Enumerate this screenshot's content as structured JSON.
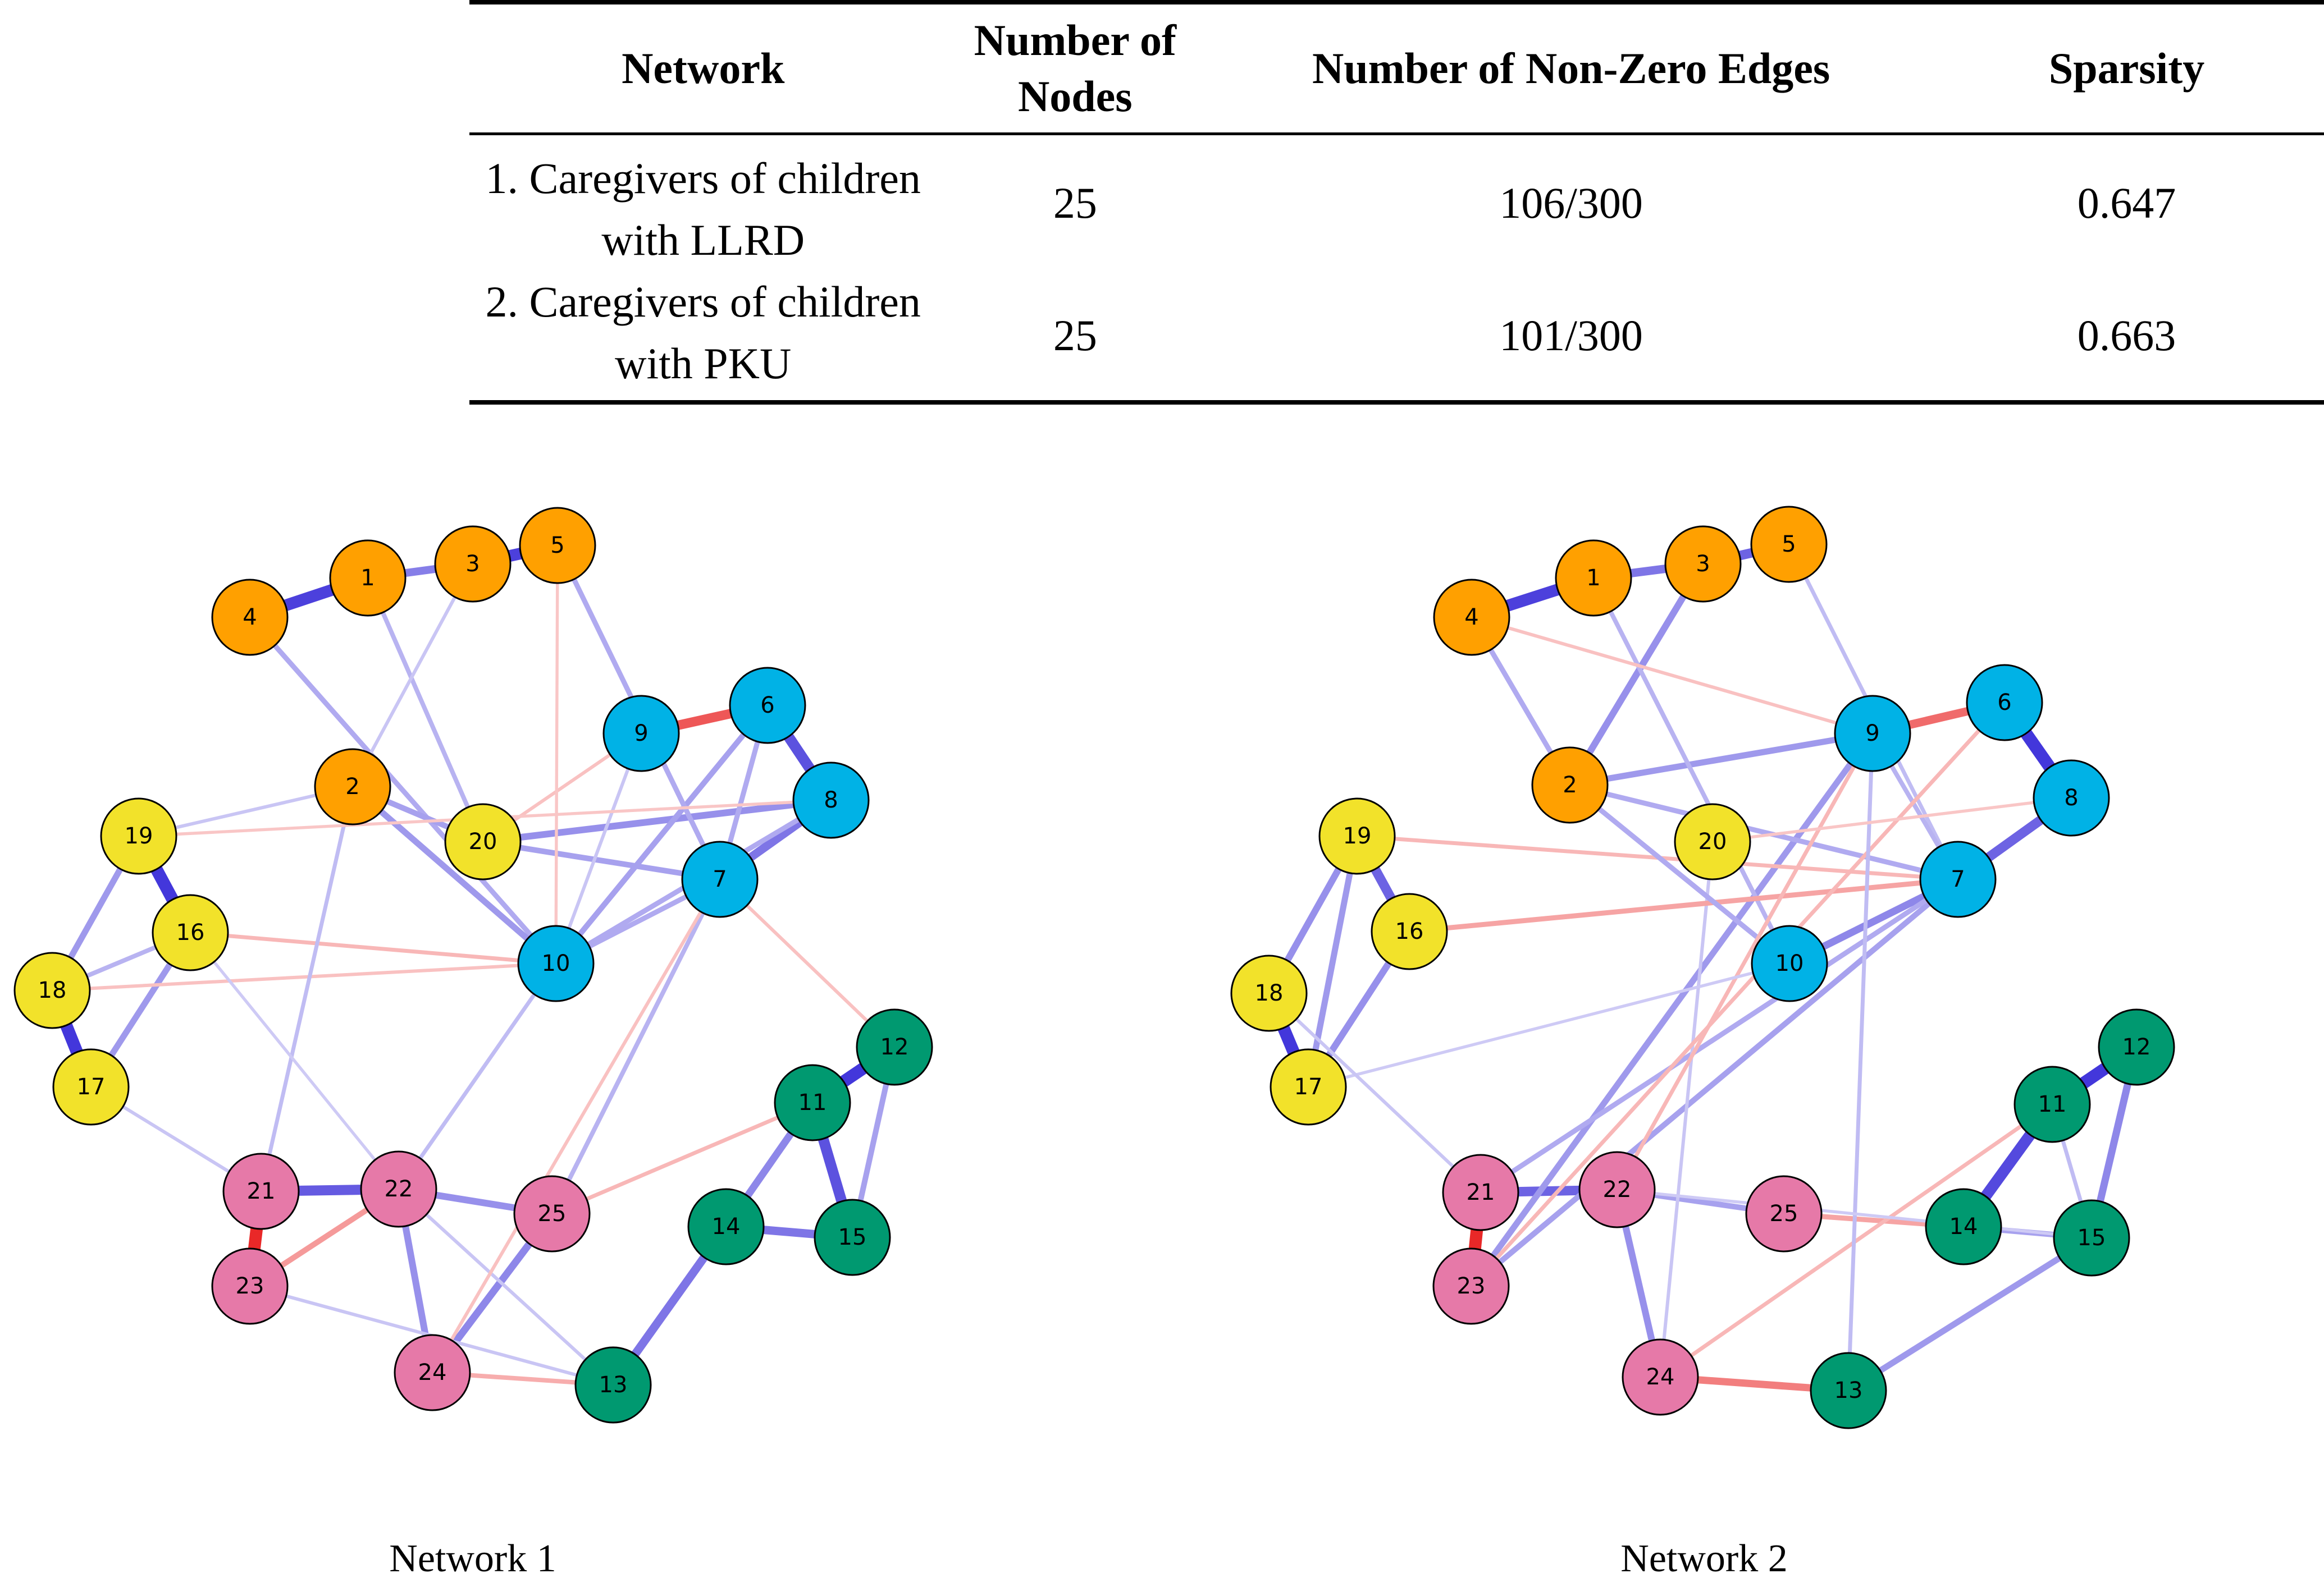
{
  "table": {
    "headers": [
      "Network",
      "Number of Nodes",
      "Number of Non-Zero Edges",
      "Sparsity"
    ],
    "rows": [
      {
        "network": "1. Caregivers of children with LLRD",
        "nodes": "25",
        "edges": "106/300",
        "sparsity": "0.647"
      },
      {
        "network": "2. Caregivers of children with PKU",
        "nodes": "25",
        "edges": "101/300",
        "sparsity": "0.663"
      }
    ]
  },
  "colors": {
    "orange": "#FFA000",
    "cyan": "#00B2E6",
    "yellow": "#F2E22A",
    "pink": "#E679A8",
    "green": "#009970",
    "positive_edge": "#3B2ED9",
    "negative_edge": "#E81E1E"
  },
  "networks": [
    {
      "caption": "Network 1",
      "nodes": [
        {
          "id": "1",
          "group": "orange"
        },
        {
          "id": "2",
          "group": "orange"
        },
        {
          "id": "3",
          "group": "orange"
        },
        {
          "id": "4",
          "group": "orange"
        },
        {
          "id": "5",
          "group": "orange"
        },
        {
          "id": "6",
          "group": "cyan"
        },
        {
          "id": "7",
          "group": "cyan"
        },
        {
          "id": "8",
          "group": "cyan"
        },
        {
          "id": "9",
          "group": "cyan"
        },
        {
          "id": "10",
          "group": "cyan"
        },
        {
          "id": "11",
          "group": "green"
        },
        {
          "id": "12",
          "group": "green"
        },
        {
          "id": "13",
          "group": "green"
        },
        {
          "id": "14",
          "group": "green"
        },
        {
          "id": "15",
          "group": "green"
        },
        {
          "id": "16",
          "group": "yellow"
        },
        {
          "id": "17",
          "group": "yellow"
        },
        {
          "id": "18",
          "group": "yellow"
        },
        {
          "id": "19",
          "group": "yellow"
        },
        {
          "id": "20",
          "group": "yellow"
        },
        {
          "id": "21",
          "group": "pink"
        },
        {
          "id": "22",
          "group": "pink"
        },
        {
          "id": "23",
          "group": "pink"
        },
        {
          "id": "24",
          "group": "pink"
        },
        {
          "id": "25",
          "group": "pink"
        }
      ],
      "edges": [
        {
          "a": "4",
          "b": "1",
          "w": 0.9,
          "sign": "+"
        },
        {
          "a": "1",
          "b": "3",
          "w": 0.55,
          "sign": "+"
        },
        {
          "a": "3",
          "b": "5",
          "w": 0.9,
          "sign": "+"
        },
        {
          "a": "9",
          "b": "6",
          "w": 0.7,
          "sign": "-"
        },
        {
          "a": "6",
          "b": "8",
          "w": 0.8,
          "sign": "+"
        },
        {
          "a": "8",
          "b": "7",
          "w": 0.6,
          "sign": "+"
        },
        {
          "a": "19",
          "b": "16",
          "w": 0.95,
          "sign": "+"
        },
        {
          "a": "18",
          "b": "17",
          "w": 0.95,
          "sign": "+"
        },
        {
          "a": "19",
          "b": "18",
          "w": 0.4,
          "sign": "+"
        },
        {
          "a": "16",
          "b": "17",
          "w": 0.4,
          "sign": "+"
        },
        {
          "a": "16",
          "b": "18",
          "w": 0.25,
          "sign": "+"
        },
        {
          "a": "21",
          "b": "23",
          "w": 0.95,
          "sign": "-"
        },
        {
          "a": "21",
          "b": "22",
          "w": 0.75,
          "sign": "+"
        },
        {
          "a": "22",
          "b": "25",
          "w": 0.45,
          "sign": "+"
        },
        {
          "a": "22",
          "b": "24",
          "w": 0.45,
          "sign": "+"
        },
        {
          "a": "24",
          "b": "25",
          "w": 0.5,
          "sign": "+"
        },
        {
          "a": "23",
          "b": "22",
          "w": 0.35,
          "sign": "-"
        },
        {
          "a": "11",
          "b": "12",
          "w": 0.95,
          "sign": "+"
        },
        {
          "a": "11",
          "b": "15",
          "w": 0.8,
          "sign": "+"
        },
        {
          "a": "14",
          "b": "15",
          "w": 0.6,
          "sign": "+"
        },
        {
          "a": "11",
          "b": "14",
          "w": 0.5,
          "sign": "+"
        },
        {
          "a": "12",
          "b": "15",
          "w": 0.35,
          "sign": "+"
        },
        {
          "a": "14",
          "b": "13",
          "w": 0.6,
          "sign": "+"
        },
        {
          "a": "4",
          "b": "10",
          "w": 0.3,
          "sign": "+"
        },
        {
          "a": "2",
          "b": "10",
          "w": 0.4,
          "sign": "+"
        },
        {
          "a": "2",
          "b": "20",
          "w": 0.35,
          "sign": "+"
        },
        {
          "a": "20",
          "b": "8",
          "w": 0.45,
          "sign": "+"
        },
        {
          "a": "20",
          "b": "7",
          "w": 0.35,
          "sign": "+"
        },
        {
          "a": "10",
          "b": "6",
          "w": 0.35,
          "sign": "+"
        },
        {
          "a": "10",
          "b": "8",
          "w": 0.3,
          "sign": "+"
        },
        {
          "a": "10",
          "b": "7",
          "w": 0.3,
          "sign": "+"
        },
        {
          "a": "5",
          "b": "7",
          "w": 0.3,
          "sign": "+"
        },
        {
          "a": "1",
          "b": "20",
          "w": 0.25,
          "sign": "+"
        },
        {
          "a": "3",
          "b": "2",
          "w": 0.15,
          "sign": "+"
        },
        {
          "a": "9",
          "b": "10",
          "w": 0.15,
          "sign": "+"
        },
        {
          "a": "19",
          "b": "2",
          "w": 0.15,
          "sign": "+"
        },
        {
          "a": "16",
          "b": "10",
          "w": 0.2,
          "sign": "-"
        },
        {
          "a": "18",
          "b": "10",
          "w": 0.15,
          "sign": "-"
        },
        {
          "a": "22",
          "b": "10",
          "w": 0.2,
          "sign": "+"
        },
        {
          "a": "25",
          "b": "7",
          "w": 0.25,
          "sign": "+"
        },
        {
          "a": "25",
          "b": "11",
          "w": 0.2,
          "sign": "-"
        },
        {
          "a": "21",
          "b": "2",
          "w": 0.2,
          "sign": "+"
        },
        {
          "a": "24",
          "b": "13",
          "w": 0.25,
          "sign": "-"
        },
        {
          "a": "23",
          "b": "13",
          "w": 0.15,
          "sign": "+"
        },
        {
          "a": "22",
          "b": "13",
          "w": 0.15,
          "sign": "+"
        },
        {
          "a": "17",
          "b": "21",
          "w": 0.15,
          "sign": "+"
        },
        {
          "a": "6",
          "b": "7",
          "w": 0.3,
          "sign": "+"
        },
        {
          "a": "9",
          "b": "20",
          "w": 0.15,
          "sign": "-"
        },
        {
          "a": "12",
          "b": "7",
          "w": 0.15,
          "sign": "-"
        },
        {
          "a": "16",
          "b": "22",
          "w": 0.12,
          "sign": "+"
        },
        {
          "a": "24",
          "b": "7",
          "w": 0.15,
          "sign": "-"
        },
        {
          "a": "19",
          "b": "8",
          "w": 0.12,
          "sign": "-"
        },
        {
          "a": "5",
          "b": "10",
          "w": 0.12,
          "sign": "-"
        }
      ]
    },
    {
      "caption": "Network 2",
      "nodes": [
        {
          "id": "1",
          "group": "orange"
        },
        {
          "id": "2",
          "group": "orange"
        },
        {
          "id": "3",
          "group": "orange"
        },
        {
          "id": "4",
          "group": "orange"
        },
        {
          "id": "5",
          "group": "orange"
        },
        {
          "id": "6",
          "group": "cyan"
        },
        {
          "id": "7",
          "group": "cyan"
        },
        {
          "id": "8",
          "group": "cyan"
        },
        {
          "id": "9",
          "group": "cyan"
        },
        {
          "id": "10",
          "group": "cyan"
        },
        {
          "id": "11",
          "group": "green"
        },
        {
          "id": "12",
          "group": "green"
        },
        {
          "id": "13",
          "group": "green"
        },
        {
          "id": "14",
          "group": "green"
        },
        {
          "id": "15",
          "group": "green"
        },
        {
          "id": "16",
          "group": "yellow"
        },
        {
          "id": "17",
          "group": "yellow"
        },
        {
          "id": "18",
          "group": "yellow"
        },
        {
          "id": "19",
          "group": "yellow"
        },
        {
          "id": "20",
          "group": "yellow"
        },
        {
          "id": "21",
          "group": "pink"
        },
        {
          "id": "22",
          "group": "pink"
        },
        {
          "id": "23",
          "group": "pink"
        },
        {
          "id": "24",
          "group": "pink"
        },
        {
          "id": "25",
          "group": "pink"
        }
      ],
      "edges": [
        {
          "a": "4",
          "b": "1",
          "w": 0.9,
          "sign": "+"
        },
        {
          "a": "1",
          "b": "3",
          "w": 0.6,
          "sign": "+"
        },
        {
          "a": "3",
          "b": "5",
          "w": 0.7,
          "sign": "+"
        },
        {
          "a": "3",
          "b": "2",
          "w": 0.45,
          "sign": "+"
        },
        {
          "a": "9",
          "b": "6",
          "w": 0.6,
          "sign": "-"
        },
        {
          "a": "6",
          "b": "8",
          "w": 0.95,
          "sign": "+"
        },
        {
          "a": "8",
          "b": "7",
          "w": 0.7,
          "sign": "+"
        },
        {
          "a": "10",
          "b": "7",
          "w": 0.5,
          "sign": "+"
        },
        {
          "a": "2",
          "b": "9",
          "w": 0.4,
          "sign": "+"
        },
        {
          "a": "19",
          "b": "16",
          "w": 0.7,
          "sign": "+"
        },
        {
          "a": "18",
          "b": "17",
          "w": 0.95,
          "sign": "+"
        },
        {
          "a": "19",
          "b": "18",
          "w": 0.45,
          "sign": "+"
        },
        {
          "a": "16",
          "b": "17",
          "w": 0.45,
          "sign": "+"
        },
        {
          "a": "19",
          "b": "17",
          "w": 0.4,
          "sign": "+"
        },
        {
          "a": "21",
          "b": "23",
          "w": 0.95,
          "sign": "-"
        },
        {
          "a": "21",
          "b": "22",
          "w": 0.7,
          "sign": "+"
        },
        {
          "a": "22",
          "b": "24",
          "w": 0.45,
          "sign": "+"
        },
        {
          "a": "22",
          "b": "25",
          "w": 0.35,
          "sign": "+"
        },
        {
          "a": "24",
          "b": "13",
          "w": 0.5,
          "sign": "-"
        },
        {
          "a": "11",
          "b": "12",
          "w": 0.95,
          "sign": "+"
        },
        {
          "a": "11",
          "b": "14",
          "w": 0.85,
          "sign": "+"
        },
        {
          "a": "12",
          "b": "15",
          "w": 0.5,
          "sign": "+"
        },
        {
          "a": "14",
          "b": "15",
          "w": 0.35,
          "sign": "+"
        },
        {
          "a": "15",
          "b": "13",
          "w": 0.4,
          "sign": "+"
        },
        {
          "a": "11",
          "b": "15",
          "w": 0.2,
          "sign": "+"
        },
        {
          "a": "25",
          "b": "14",
          "w": 0.3,
          "sign": "-"
        },
        {
          "a": "23",
          "b": "9",
          "w": 0.4,
          "sign": "+"
        },
        {
          "a": "23",
          "b": "7",
          "w": 0.35,
          "sign": "+"
        },
        {
          "a": "21",
          "b": "7",
          "w": 0.3,
          "sign": "+"
        },
        {
          "a": "2",
          "b": "7",
          "w": 0.3,
          "sign": "+"
        },
        {
          "a": "4",
          "b": "2",
          "w": 0.3,
          "sign": "+"
        },
        {
          "a": "1",
          "b": "10",
          "w": 0.25,
          "sign": "+"
        },
        {
          "a": "20",
          "b": "24",
          "w": 0.15,
          "sign": "+"
        },
        {
          "a": "16",
          "b": "7",
          "w": 0.3,
          "sign": "-"
        },
        {
          "a": "19",
          "b": "7",
          "w": 0.2,
          "sign": "-"
        },
        {
          "a": "5",
          "b": "7",
          "w": 0.2,
          "sign": "+"
        },
        {
          "a": "9",
          "b": "7",
          "w": 0.25,
          "sign": "+"
        },
        {
          "a": "2",
          "b": "10",
          "w": 0.3,
          "sign": "+"
        },
        {
          "a": "22",
          "b": "9",
          "w": 0.2,
          "sign": "-"
        },
        {
          "a": "23",
          "b": "6",
          "w": 0.2,
          "sign": "-"
        },
        {
          "a": "24",
          "b": "11",
          "w": 0.2,
          "sign": "-"
        },
        {
          "a": "13",
          "b": "9",
          "w": 0.2,
          "sign": "+"
        },
        {
          "a": "17",
          "b": "10",
          "w": 0.12,
          "sign": "+"
        },
        {
          "a": "18",
          "b": "21",
          "w": 0.15,
          "sign": "+"
        },
        {
          "a": "22",
          "b": "15",
          "w": 0.12,
          "sign": "+"
        },
        {
          "a": "20",
          "b": "8",
          "w": 0.12,
          "sign": "-"
        },
        {
          "a": "4",
          "b": "9",
          "w": 0.15,
          "sign": "-"
        }
      ]
    }
  ]
}
